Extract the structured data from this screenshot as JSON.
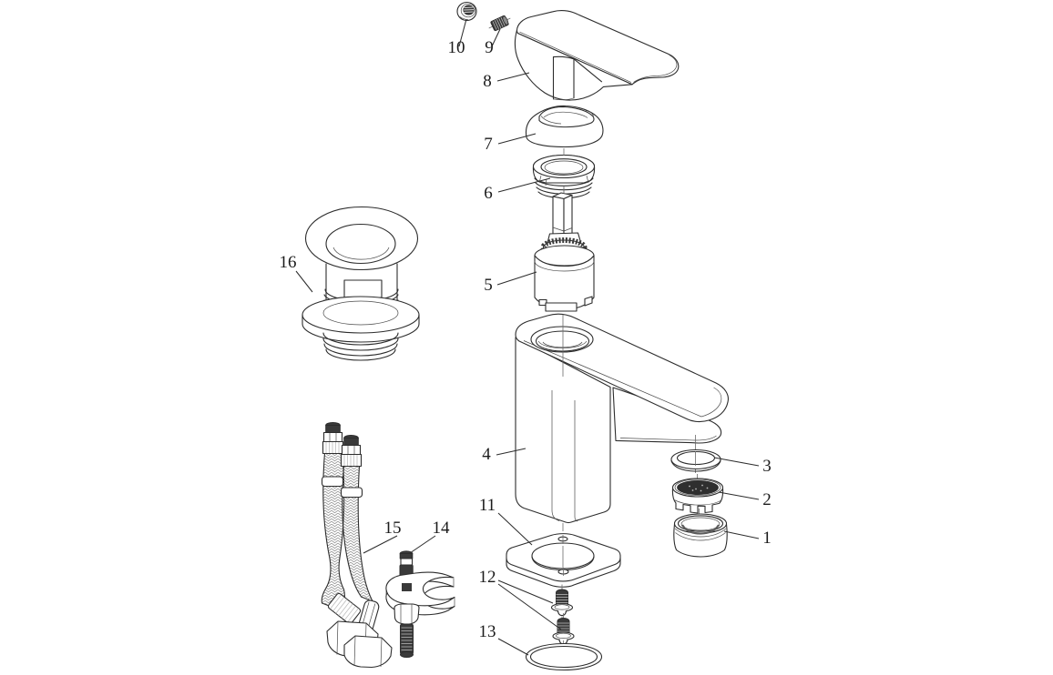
{
  "colors": {
    "background": "#ffffff",
    "line": "#2d2d2d",
    "dark_fill": "#3a3a3a"
  },
  "labels": [
    "1",
    "2",
    "3",
    "4",
    "5",
    "6",
    "7",
    "8",
    "9",
    "10",
    "11",
    "12",
    "13",
    "14",
    "15",
    "16"
  ]
}
